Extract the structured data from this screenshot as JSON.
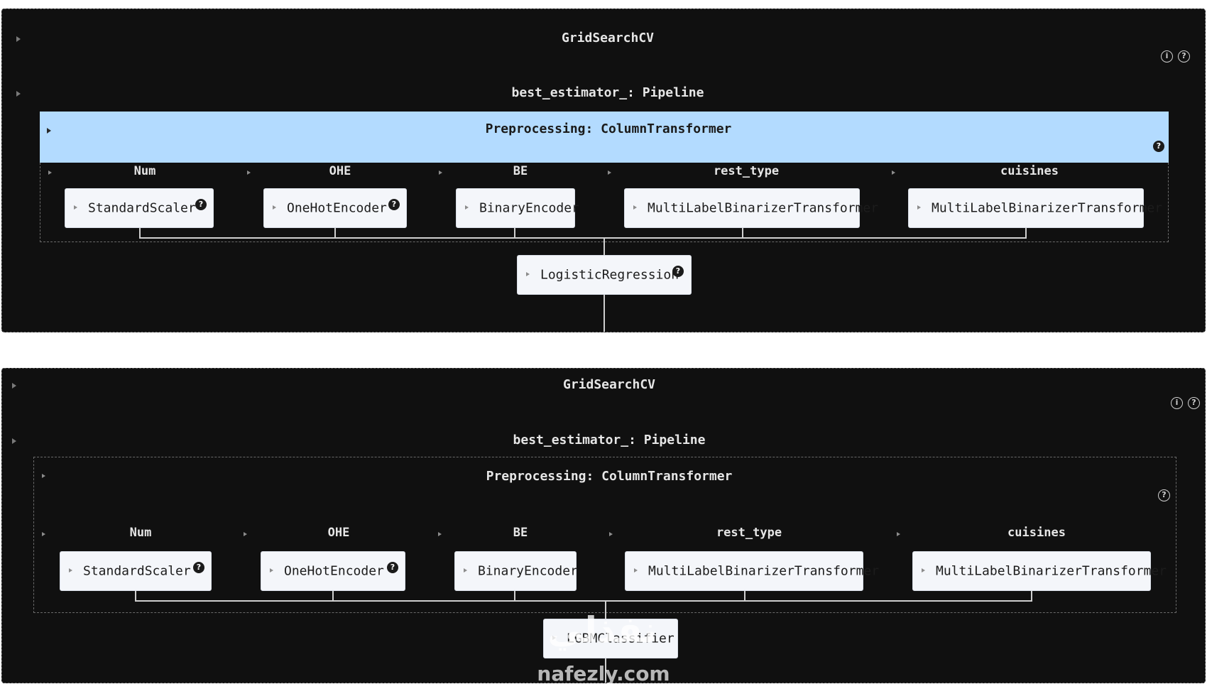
{
  "panels": [
    {
      "gridsearch_title": "GridSearchCV",
      "pipeline_title": "best_estimator_: Pipeline",
      "column_transformer_title": "Preprocessing: ColumnTransformer",
      "columns": [
        {
          "name": "Num",
          "estimator": "StandardScaler"
        },
        {
          "name": "OHE",
          "estimator": "OneHotEncoder"
        },
        {
          "name": "BE",
          "estimator": "BinaryEncoder"
        },
        {
          "name": "rest_type",
          "estimator": "MultiLabelBinarizerTransformer"
        },
        {
          "name": "cuisines",
          "estimator": "MultiLabelBinarizerTransformer"
        }
      ],
      "final_estimator": "LogisticRegression",
      "info_icon": "i",
      "help_icon": "?",
      "column_transformer_selected": true
    },
    {
      "gridsearch_title": "GridSearchCV",
      "pipeline_title": "best_estimator_: Pipeline",
      "column_transformer_title": "Preprocessing: ColumnTransformer",
      "columns": [
        {
          "name": "Num",
          "estimator": "StandardScaler"
        },
        {
          "name": "OHE",
          "estimator": "OneHotEncoder"
        },
        {
          "name": "BE",
          "estimator": "BinaryEncoder"
        },
        {
          "name": "rest_type",
          "estimator": "MultiLabelBinarizerTransformer"
        },
        {
          "name": "cuisines",
          "estimator": "MultiLabelBinarizerTransformer"
        }
      ],
      "final_estimator": "LGBMClassifier",
      "info_icon": "i",
      "help_icon": "?",
      "column_transformer_selected": false
    }
  ],
  "watermark": {
    "arabic": "نفذلي",
    "latin": "nafezly.com"
  },
  "colors": {
    "panel_bg": "#101010",
    "selected_bar": "#b3dbff",
    "estimator_box": "#f4f6fa"
  }
}
